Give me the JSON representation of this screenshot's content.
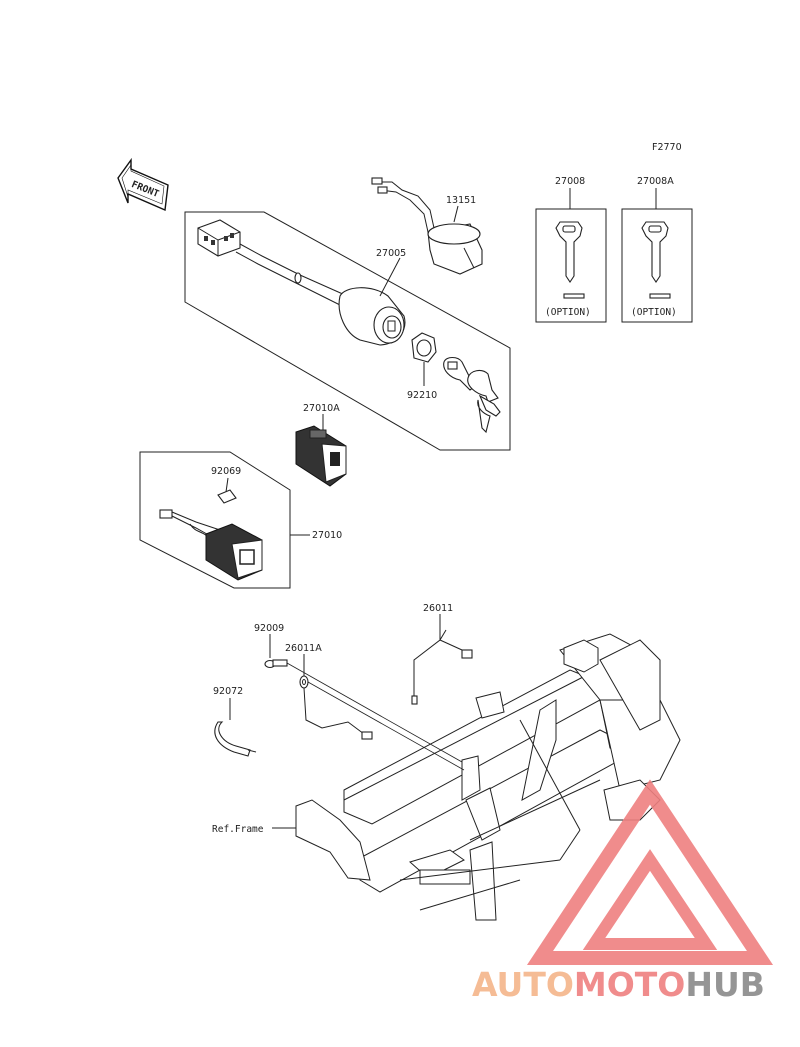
{
  "figure_code": "F2770",
  "front_arrow_label": "FRONT",
  "reference_label": "Ref.Frame",
  "parts": {
    "p13151": "13151",
    "p27005": "27005",
    "p92210": "92210",
    "p27008": "27008",
    "p27008A": "27008A",
    "p27010A": "27010A",
    "p92069": "92069",
    "p27010": "27010",
    "p26011": "26011",
    "p92009": "92009",
    "p26011A": "26011A",
    "p92072": "92072"
  },
  "option_label_1": "(OPTION)",
  "option_label_2": "(OPTION)",
  "watermark": {
    "part1": "AUTO",
    "part2": "MOTO",
    "part3": "HUB",
    "colors": {
      "orange": "#f5b58a",
      "red": "#ef8080",
      "gray": "#8a8a8a"
    }
  }
}
